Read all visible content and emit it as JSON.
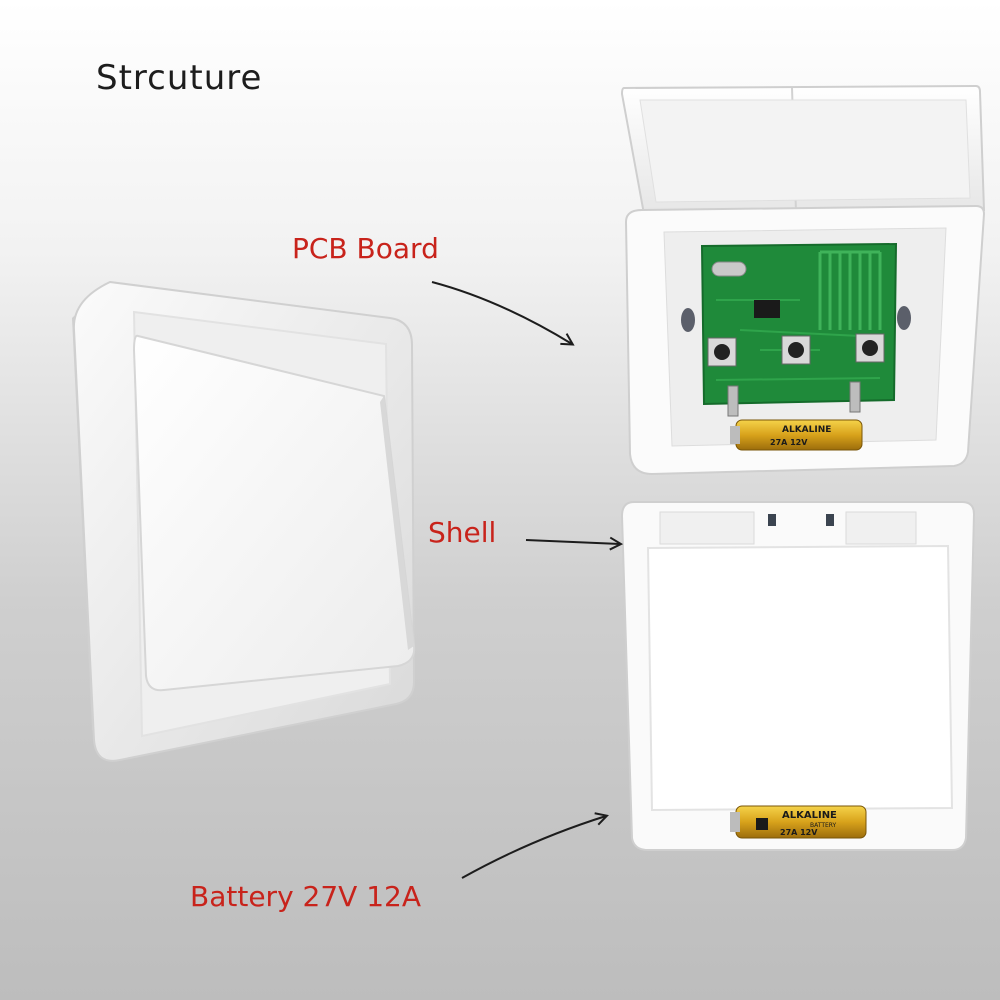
{
  "title": "Strcuture",
  "labels": {
    "pcb": "PCB Board",
    "shell": "Shell",
    "battery": "Battery 27V 12A"
  },
  "battery_print": {
    "brand": "ALKALINE",
    "kind": "BATTERY",
    "model": "27A 12V"
  },
  "colors": {
    "label_red": "#c8231b",
    "title_dark": "#1d1d1d",
    "pcb_green": "#1f8a3a",
    "battery_gold": "#d8a21b"
  }
}
